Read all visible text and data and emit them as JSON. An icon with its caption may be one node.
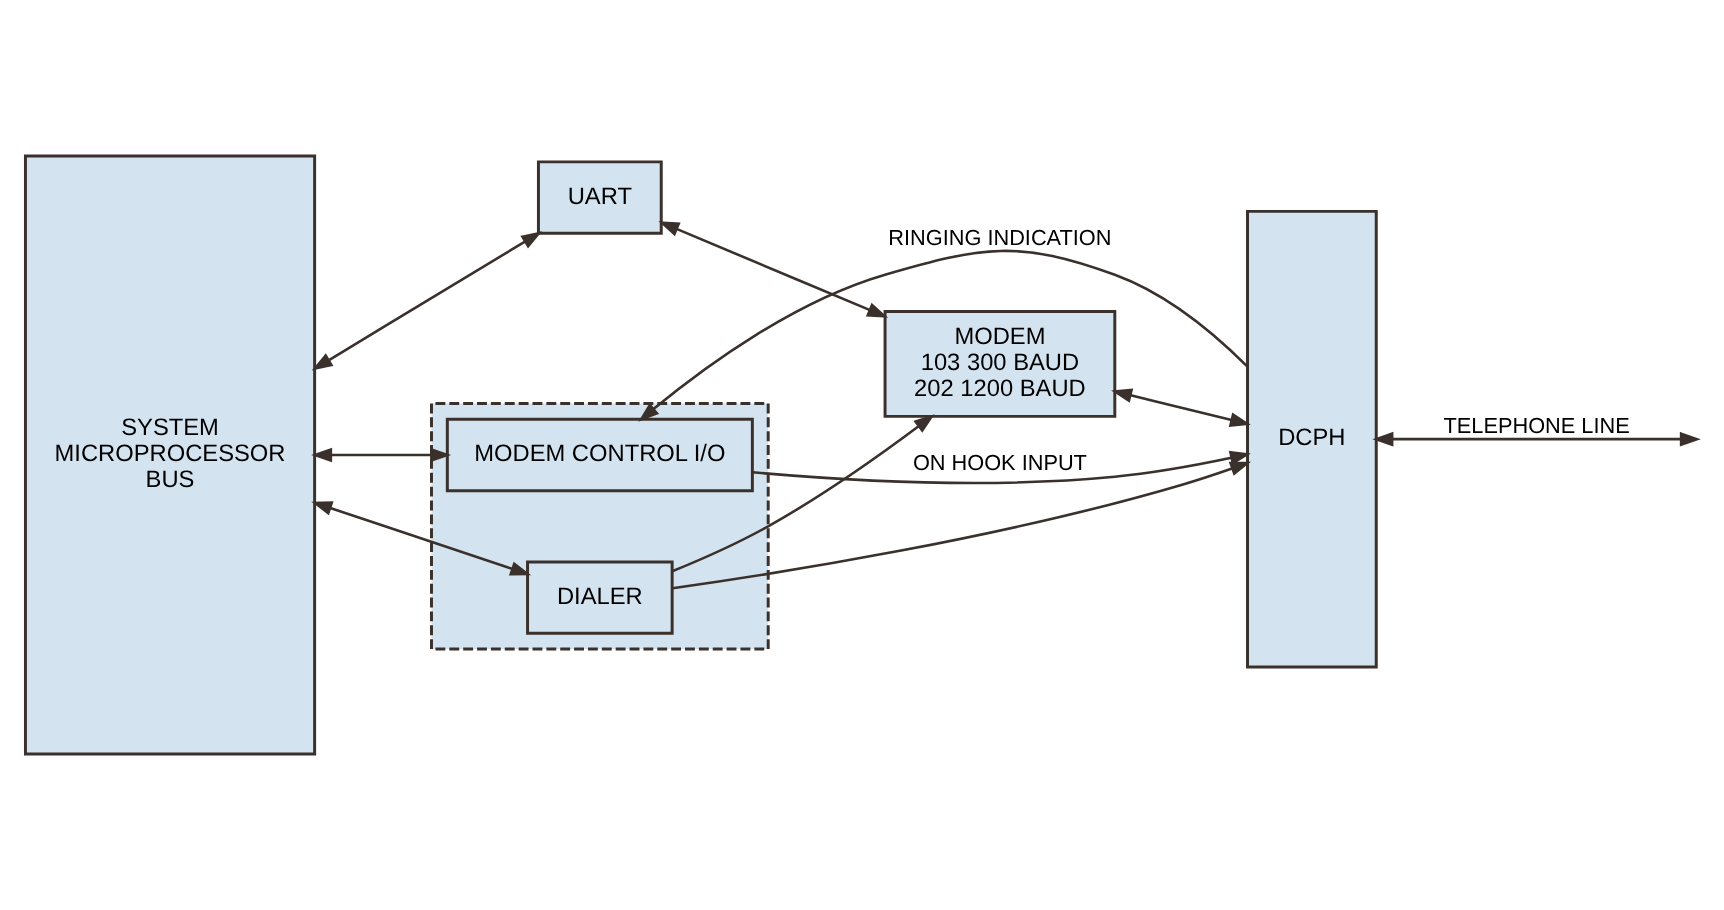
{
  "diagram": {
    "nodes": [
      {
        "text": [
          "SYSTEM MICROPROCESSOR BUS"
        ]
      },
      {
        "text": [
          "UART"
        ]
      },
      {
        "text": [
          "MODEM",
          "103 300 BAUD",
          "202 1200 BAUD"
        ]
      },
      {
        "text": [],
        "shape": "box"
      },
      {
        "text": [
          "MODEM CONTROL I/O"
        ],
        "in": 3
      },
      {
        "text": [
          "DIALER"
        ],
        "in": 3
      },
      {
        "text": [
          "DCPH"
        ]
      }
    ],
    "edges": [
      {
        "from": 0,
        "to": 1,
        "arrow": "both"
      },
      {
        "from": 1,
        "to": 2,
        "arrow": "both"
      },
      {
        "from": 2,
        "to": 6,
        "arrow": "both"
      },
      {
        "from": 0,
        "to": 4,
        "arrow": "both"
      },
      {
        "from": 0,
        "to": 5,
        "arrow": "both"
      },
      {
        "from": 4,
        "to": 6,
        "arrow": "to",
        "label": "ON HOOK INPUT"
      },
      {
        "from": 6,
        "to": 4,
        "arrow": "to",
        "label": "RINGING INDICATION"
      },
      {
        "from": 5,
        "to": 2,
        "arrow": "to"
      },
      {
        "from": 5,
        "to": 6,
        "arrow": "to"
      },
      {
        "from": 6,
        "to": null,
        "arrow": "both",
        "label": "TELEPHONE LINE"
      }
    ]
  }
}
